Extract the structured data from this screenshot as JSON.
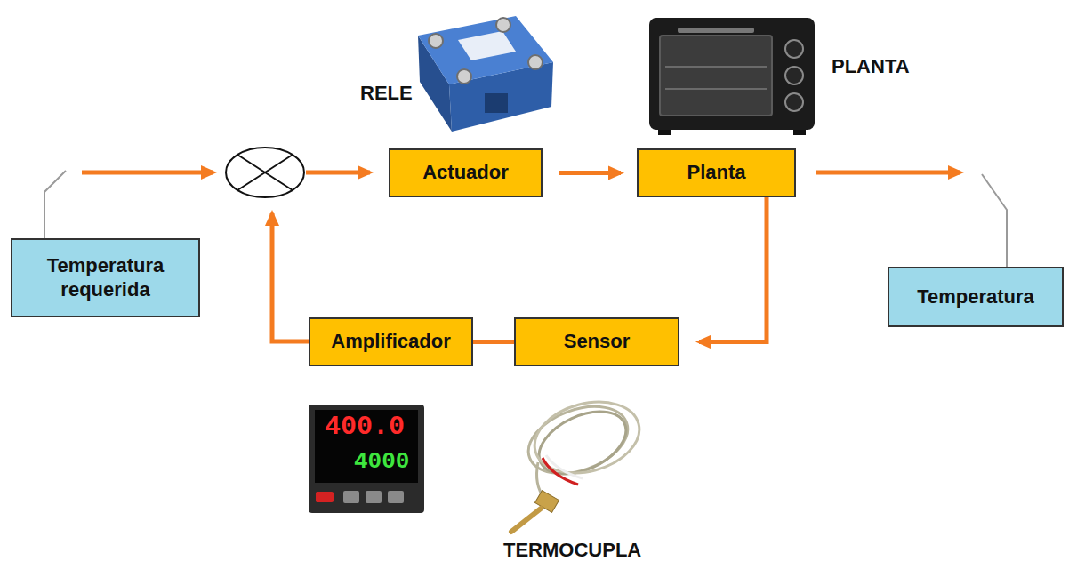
{
  "diagram": {
    "nodes": [
      {
        "text": [
          "Temperatura requerida"
        ]
      },
      {
        "text": [
          "Actuador"
        ]
      },
      {
        "text": [
          "Planta"
        ]
      },
      {
        "text": [
          "Amplificador"
        ]
      },
      {
        "text": [
          "Sensor"
        ]
      },
      {
        "text": [
          "Temperatura"
        ]
      }
    ],
    "edges": [
      {
        "from": 1,
        "to": 2,
        "arrow": "to"
      },
      {
        "from": 2,
        "to": 4,
        "arrow": "to"
      },
      {
        "from": 4,
        "to": 3,
        "arrow": "none"
      }
    ],
    "labels": [
      "RELE",
      "PLANTA",
      "400.0",
      "4000",
      "TERMOCUPLA"
    ]
  }
}
